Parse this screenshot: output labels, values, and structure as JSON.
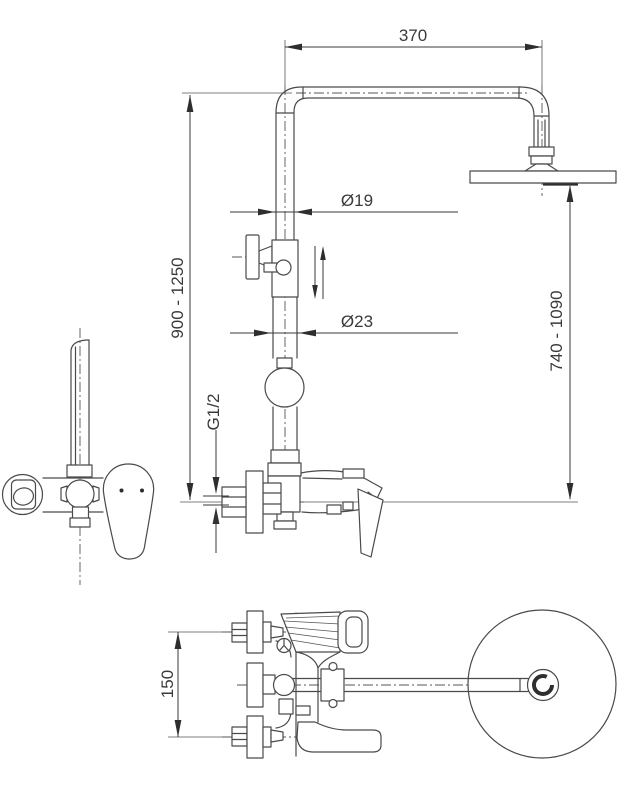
{
  "drawing": {
    "background": "#ffffff",
    "line_color": "#4a4a4a",
    "dimension_color": "#3a3a3a",
    "labels": {
      "arm_length": "370",
      "riser_diameter": "Ø19",
      "tube_diameter": "Ø23",
      "overall_height_range": "900 - 1250",
      "head_height_range": "740 - 1090",
      "thread_size": "G1/2",
      "inlet_spacing": "150"
    }
  }
}
